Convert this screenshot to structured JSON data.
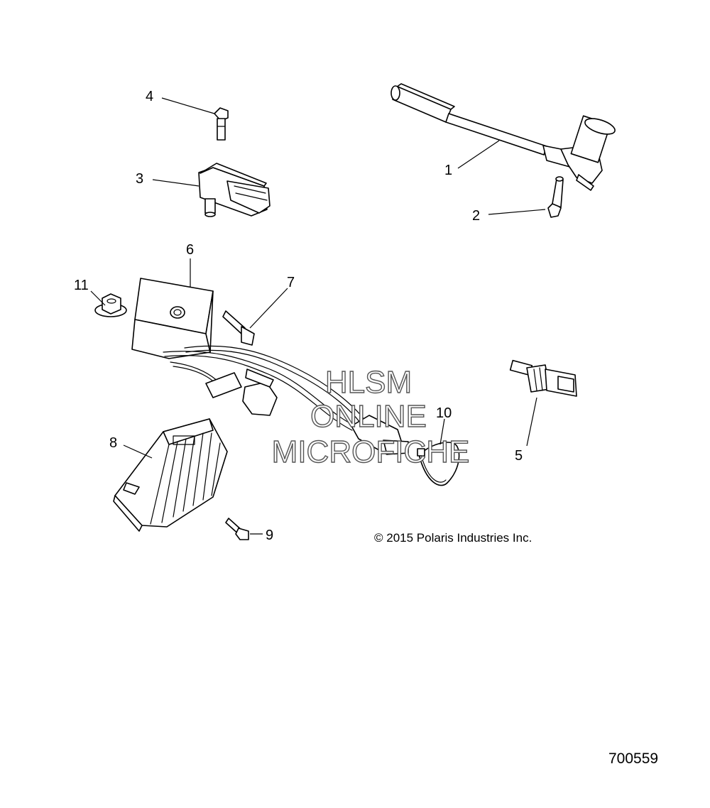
{
  "callouts": {
    "c1": "1",
    "c2": "2",
    "c3": "3",
    "c4": "4",
    "c5": "5",
    "c6": "6",
    "c7": "7",
    "c8": "8",
    "c9": "9",
    "c10": "10",
    "c11": "11"
  },
  "watermark": {
    "line1": "HLSM",
    "line2": "ONLINE",
    "line3": "MICROFICHE"
  },
  "copyright": "© 2015 Polaris Industries Inc.",
  "document_number": "700559",
  "icons": {
    "part1": "speed-sensor-icon",
    "part2": "bolt-icon",
    "part3": "map-sensor-icon",
    "part4": "bolt-icon",
    "part5": "temperature-sensor-icon",
    "part6": "ecu-module-icon",
    "part7": "screw-icon",
    "part8": "voltage-regulator-icon",
    "part9": "bolt-icon",
    "part10": "cable-tie-icon",
    "part11": "nut-icon"
  }
}
